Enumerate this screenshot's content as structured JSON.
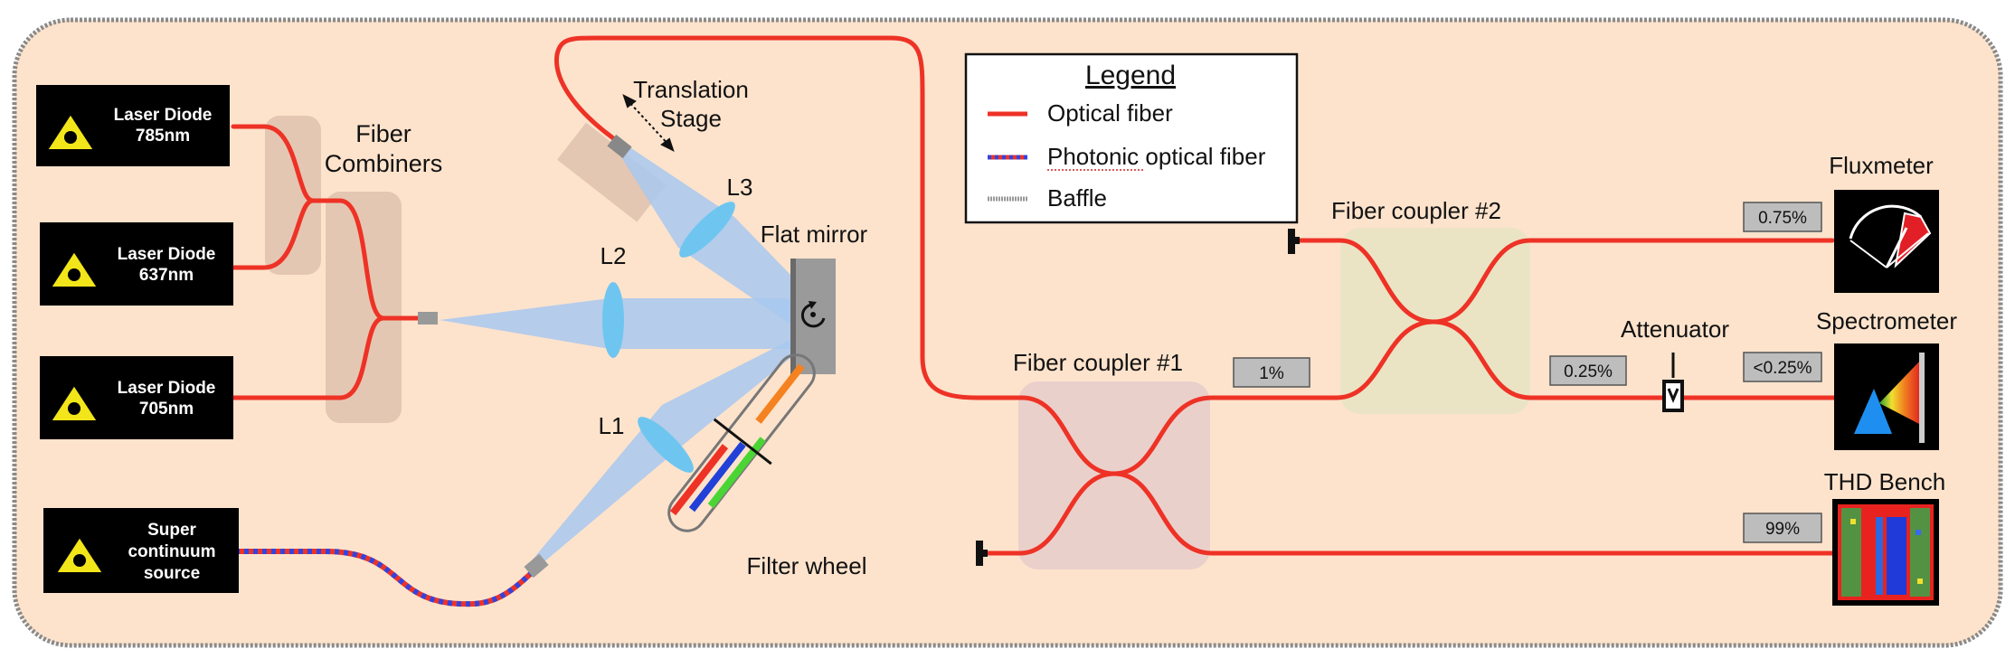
{
  "sources": [
    {
      "line1": "Laser Diode",
      "line2": "785nm"
    },
    {
      "line1": "Laser Diode",
      "line2": "637nm"
    },
    {
      "line1": "Laser Diode",
      "line2": "705nm"
    },
    {
      "line1": "Super",
      "line2": "continuum",
      "line3": "source"
    }
  ],
  "labels": {
    "fiber_combiners_1": "Fiber",
    "fiber_combiners_2": "Combiners",
    "translation_stage_1": "Translation",
    "translation_stage_2": "Stage",
    "l1": "L1",
    "l2": "L2",
    "l3": "L3",
    "flat_mirror": "Flat mirror",
    "filter_wheel": "Filter wheel",
    "fiber_coupler_1": "Fiber coupler #1",
    "fiber_coupler_2": "Fiber coupler #2",
    "attenuator": "Attenuator",
    "fluxmeter": "Fluxmeter",
    "spectrometer": "Spectrometer",
    "thd_bench": "THD Bench"
  },
  "percentages": {
    "coupler1_out": "1%",
    "fluxmeter_in": "0.75%",
    "attenuator_in": "0.25%",
    "spectrometer_in": "<0.25%",
    "thd_in": "99%"
  },
  "legend": {
    "title": "Legend",
    "items": [
      {
        "label": "Optical fiber"
      },
      {
        "label": "Photonic optical fiber"
      },
      {
        "label": "Baffle"
      }
    ]
  },
  "colors": {
    "background": "#fde3cc",
    "fiber_red": "#ee3226",
    "photonic_blue": "#3344dd",
    "combiner_box": "#e4c7b2",
    "coupler1_box": "#ead0cb",
    "coupler2_box": "#eae4c4",
    "beam": "#a8c8ee",
    "lens": "#6ec6f0"
  }
}
